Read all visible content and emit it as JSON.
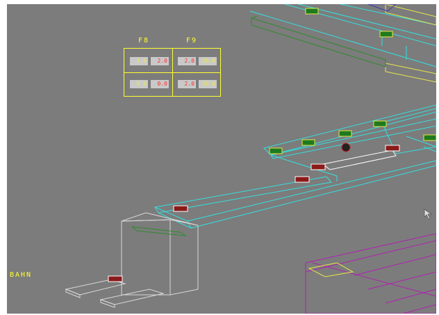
{
  "panel": {
    "f8_label": "F8",
    "f9_label": "F9",
    "row1": {
      "f8_a": "1.0",
      "f8_b": "2.0",
      "f9_a": "2.0",
      "f9_b": "39.0"
    },
    "row2": {
      "f8_a": "0.0",
      "f8_b": "0.0",
      "f9_a": "2.0",
      "f9_b": "39.0"
    }
  },
  "labels": {
    "track": "BAHN"
  },
  "colors": {
    "background": "#7c7c7c",
    "conveyor": "#33e0e0",
    "rail": "#2e8b2e",
    "magenta_area": "#b021b0",
    "yellow_outline": "#ffff33",
    "cart_green": "#1f7a1f",
    "cart_red": "#8b1a1a"
  },
  "icons": [
    "pointer-cursor-icon"
  ]
}
